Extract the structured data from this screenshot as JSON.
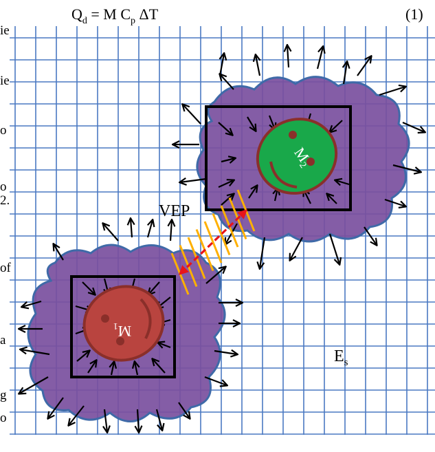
{
  "equation": {
    "lhs": "Q",
    "lhs_sub": "d",
    "mid": " = M C",
    "cp_sub": "p",
    "rhs": " ΔT",
    "number": "(1)"
  },
  "left_margin_fragments": [
    "ie",
    "ie",
    "o",
    "o",
    "2.",
    "of",
    "a",
    "g",
    "o"
  ],
  "labels": {
    "vep": "VEP",
    "m1": "M",
    "m1_sub": "1",
    "m2": "M",
    "m2_sub": "2",
    "es": "E",
    "es_sub": "s"
  },
  "colors": {
    "grid": "#4a78c2",
    "cloud": "#7a4f9e",
    "cloud_edge": "#3f6aa8",
    "box": "#000000",
    "m1_fill": "#b9443f",
    "m1_edge": "#8a2f2a",
    "m2_fill": "#19a84a",
    "m2_edge": "#8a2f2a",
    "vep_band": "#ffb000",
    "vep_arrow": "#e8141a"
  }
}
